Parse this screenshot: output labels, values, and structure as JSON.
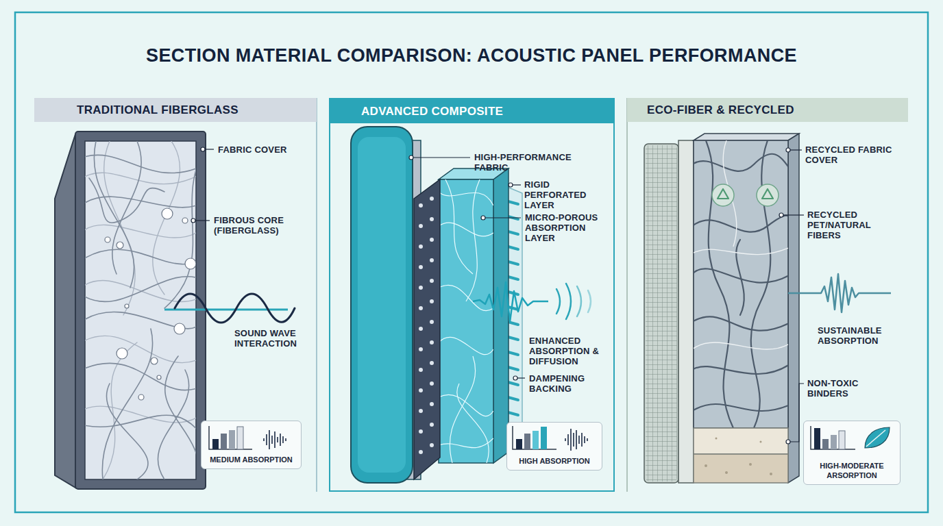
{
  "diagram": {
    "title": "SECTION MATERIAL COMPARISON: ACOUSTIC PANEL PERFORMANCE",
    "nodes": [
      {
        "text": [
          "TRADITIONAL FIBERGLASS"
        ]
      },
      {
        "text": [
          "MEDIUM ABSORPTION"
        ],
        "in": 0
      },
      {
        "text": [
          "ADVANCED COMPOSITE"
        ]
      },
      {
        "text": [
          "HIGH ABSORPTION"
        ],
        "in": 2
      },
      {
        "text": [
          "ECO-FIBER & RECYCLED"
        ]
      },
      {
        "text": [
          "HIGH-MODERATE ARSORPTION"
        ],
        "in": 4
      }
    ],
    "labels": [
      "FABRIC COVER",
      "FIBROUS CORE (FIBERGLASS)",
      "SOUND WAVE INTERACTION",
      "HIGH-PERFORMANCE FABRIC",
      "RIGID PERFORATED LAYER",
      "MICRO-POROUS ABSORPTION LAYER",
      "ENHANCED ABSORPTION & DIFFUSION",
      "DAMPENING BACKING",
      "RECYCLED FABRIC COVER",
      "RECYCLED PET/NATURAL FIBERS",
      "SUSTAINABLE ABSORPTION",
      "NON-TOXIC BINDERS"
    ]
  }
}
